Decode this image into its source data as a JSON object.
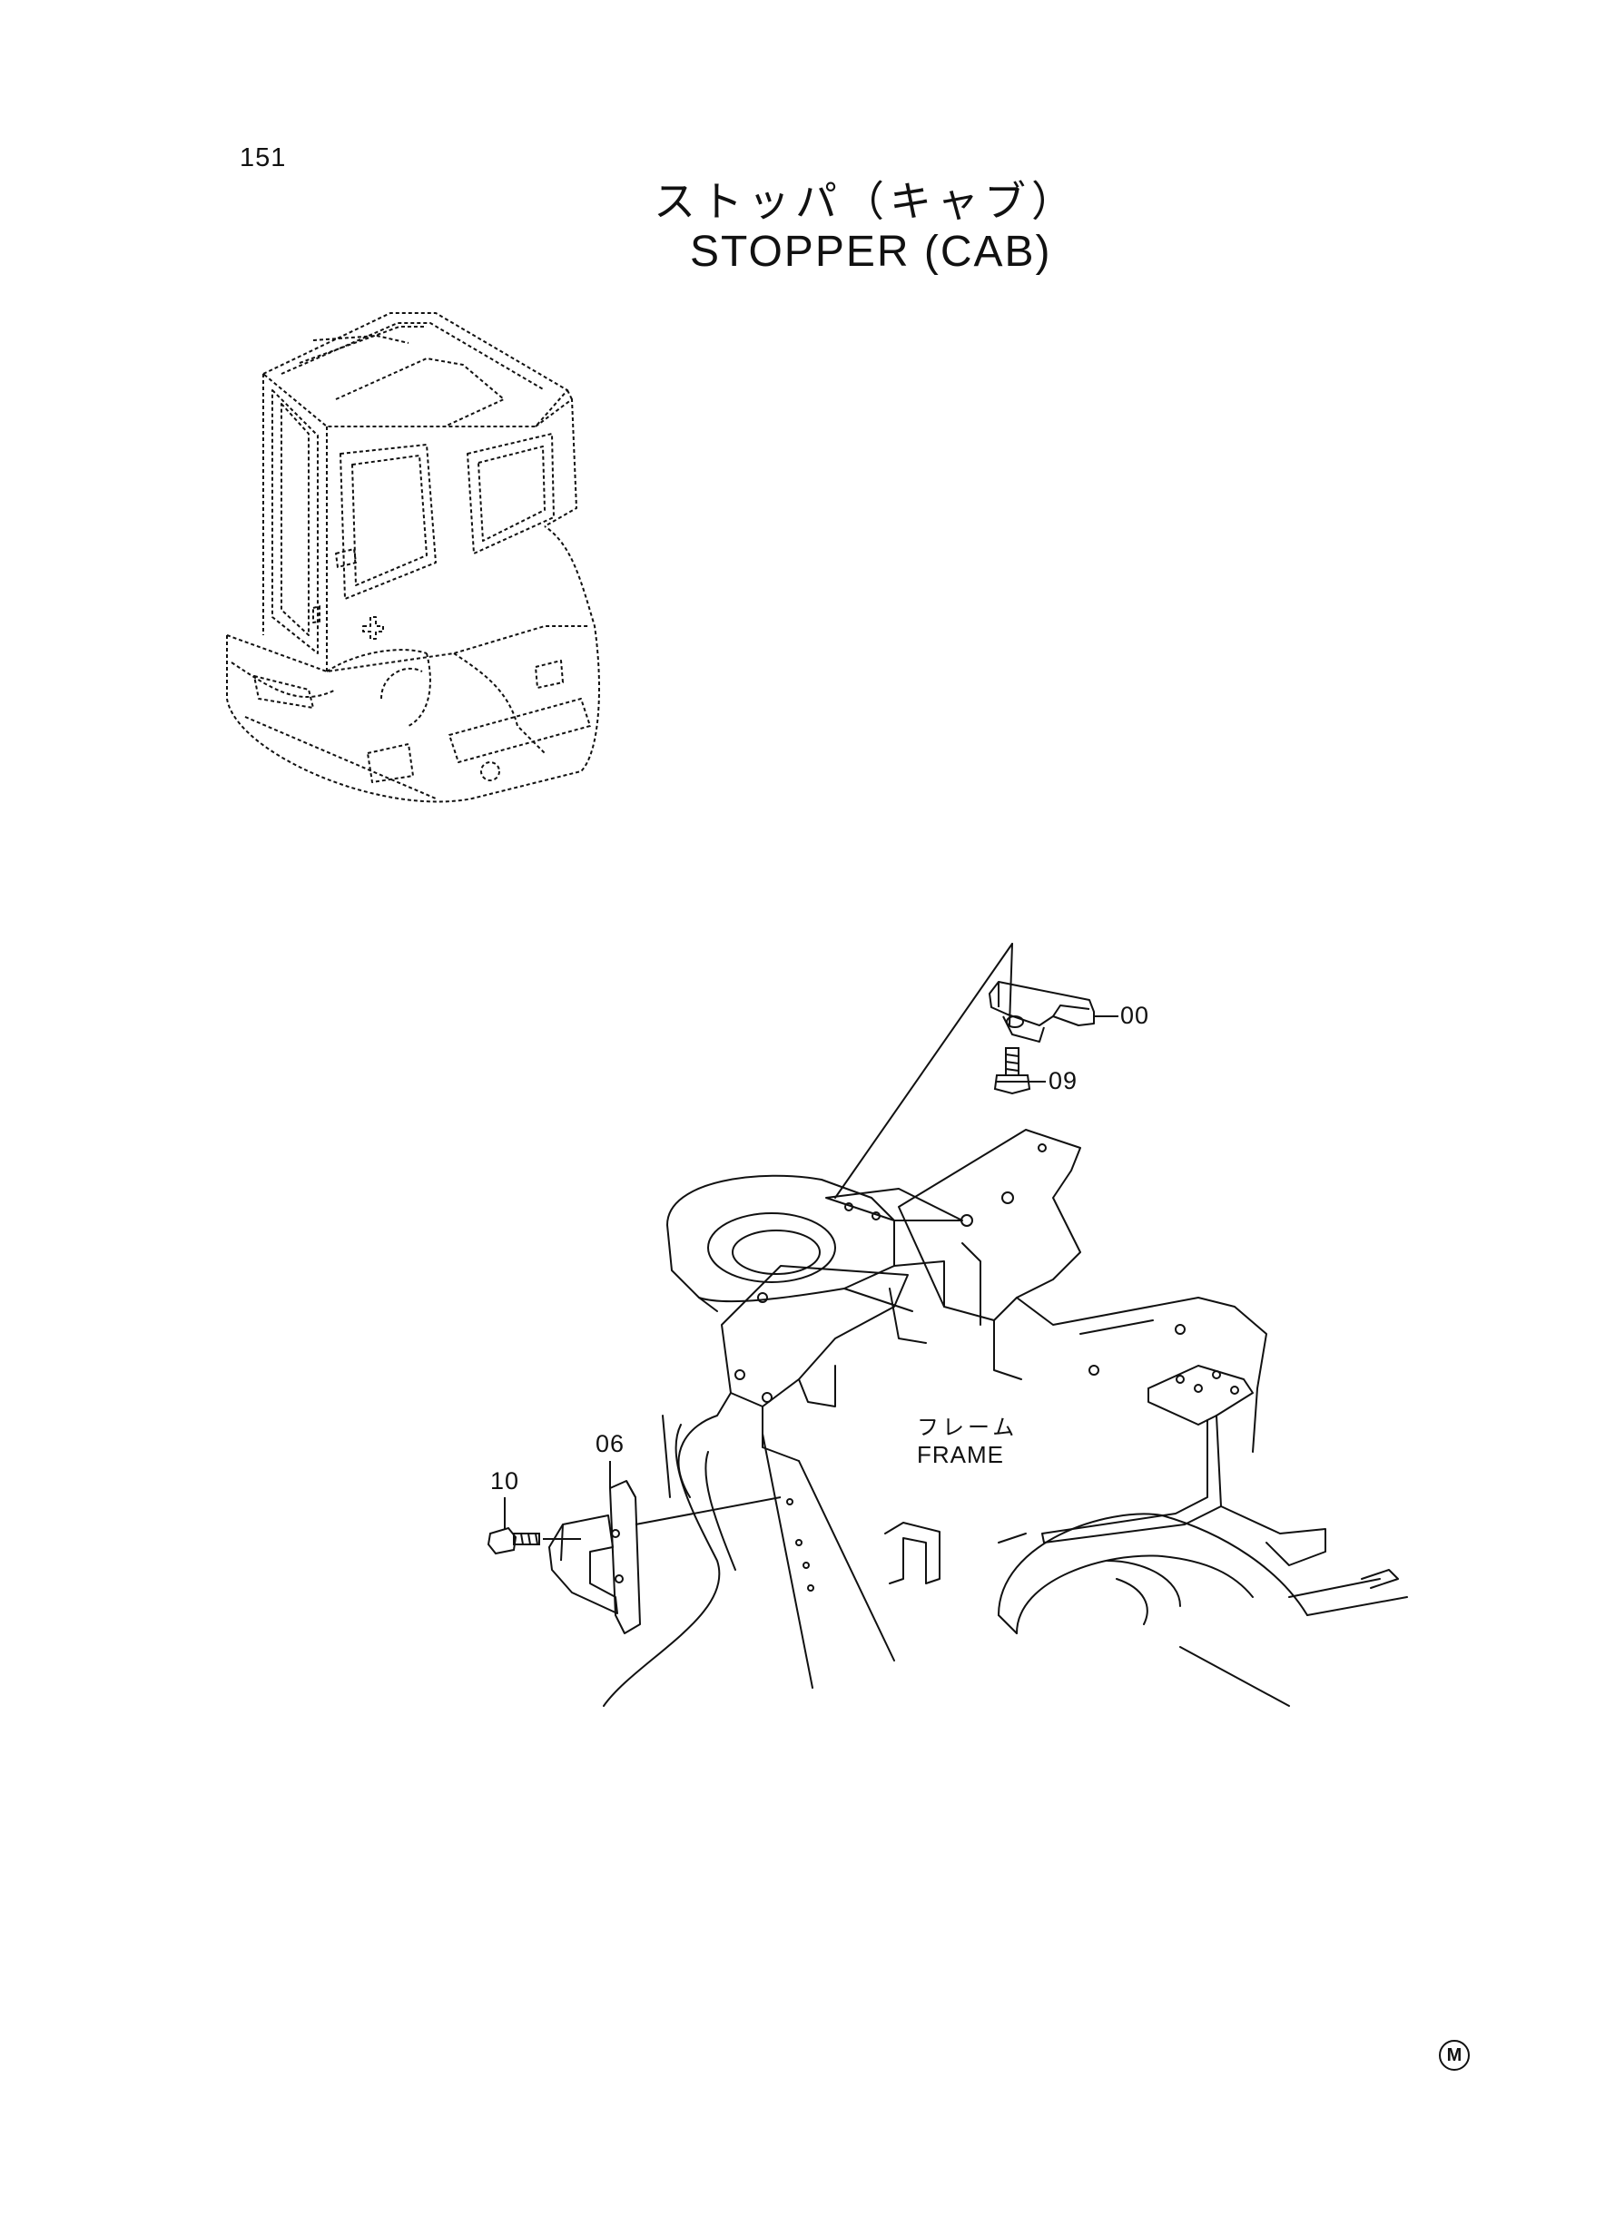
{
  "page": {
    "number": "151",
    "title_jp": "ストッパ（キャブ）",
    "title_en": "STOPPER (CAB)"
  },
  "labels": {
    "frame_jp": "フレーム",
    "frame_en": "FRAME"
  },
  "callouts": [
    {
      "id": "00"
    },
    {
      "id": "09"
    },
    {
      "id": "06"
    },
    {
      "id": "10"
    }
  ],
  "icons": {
    "corner_mark": "M"
  }
}
